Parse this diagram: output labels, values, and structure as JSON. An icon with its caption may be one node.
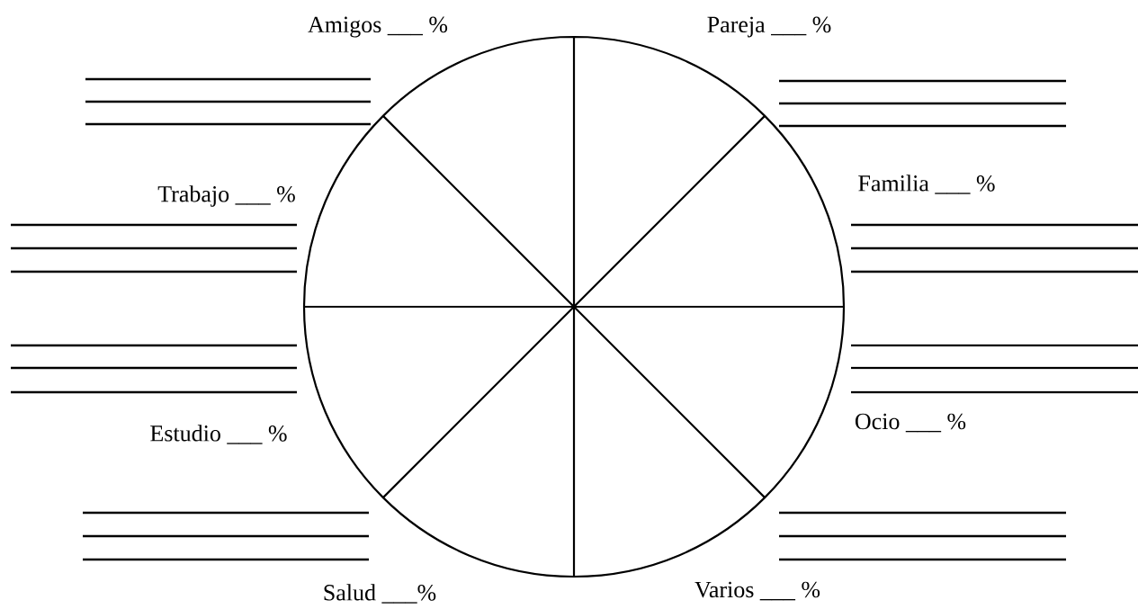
{
  "diagram": {
    "labels": [
      "Amigos ___ %",
      "Pareja ___ %",
      "Trabajo ___ %",
      "Familia ___ %",
      "Estudio ___ %",
      "Ocio ___ %",
      "Salud ___%",
      "Varios ___ %"
    ]
  }
}
